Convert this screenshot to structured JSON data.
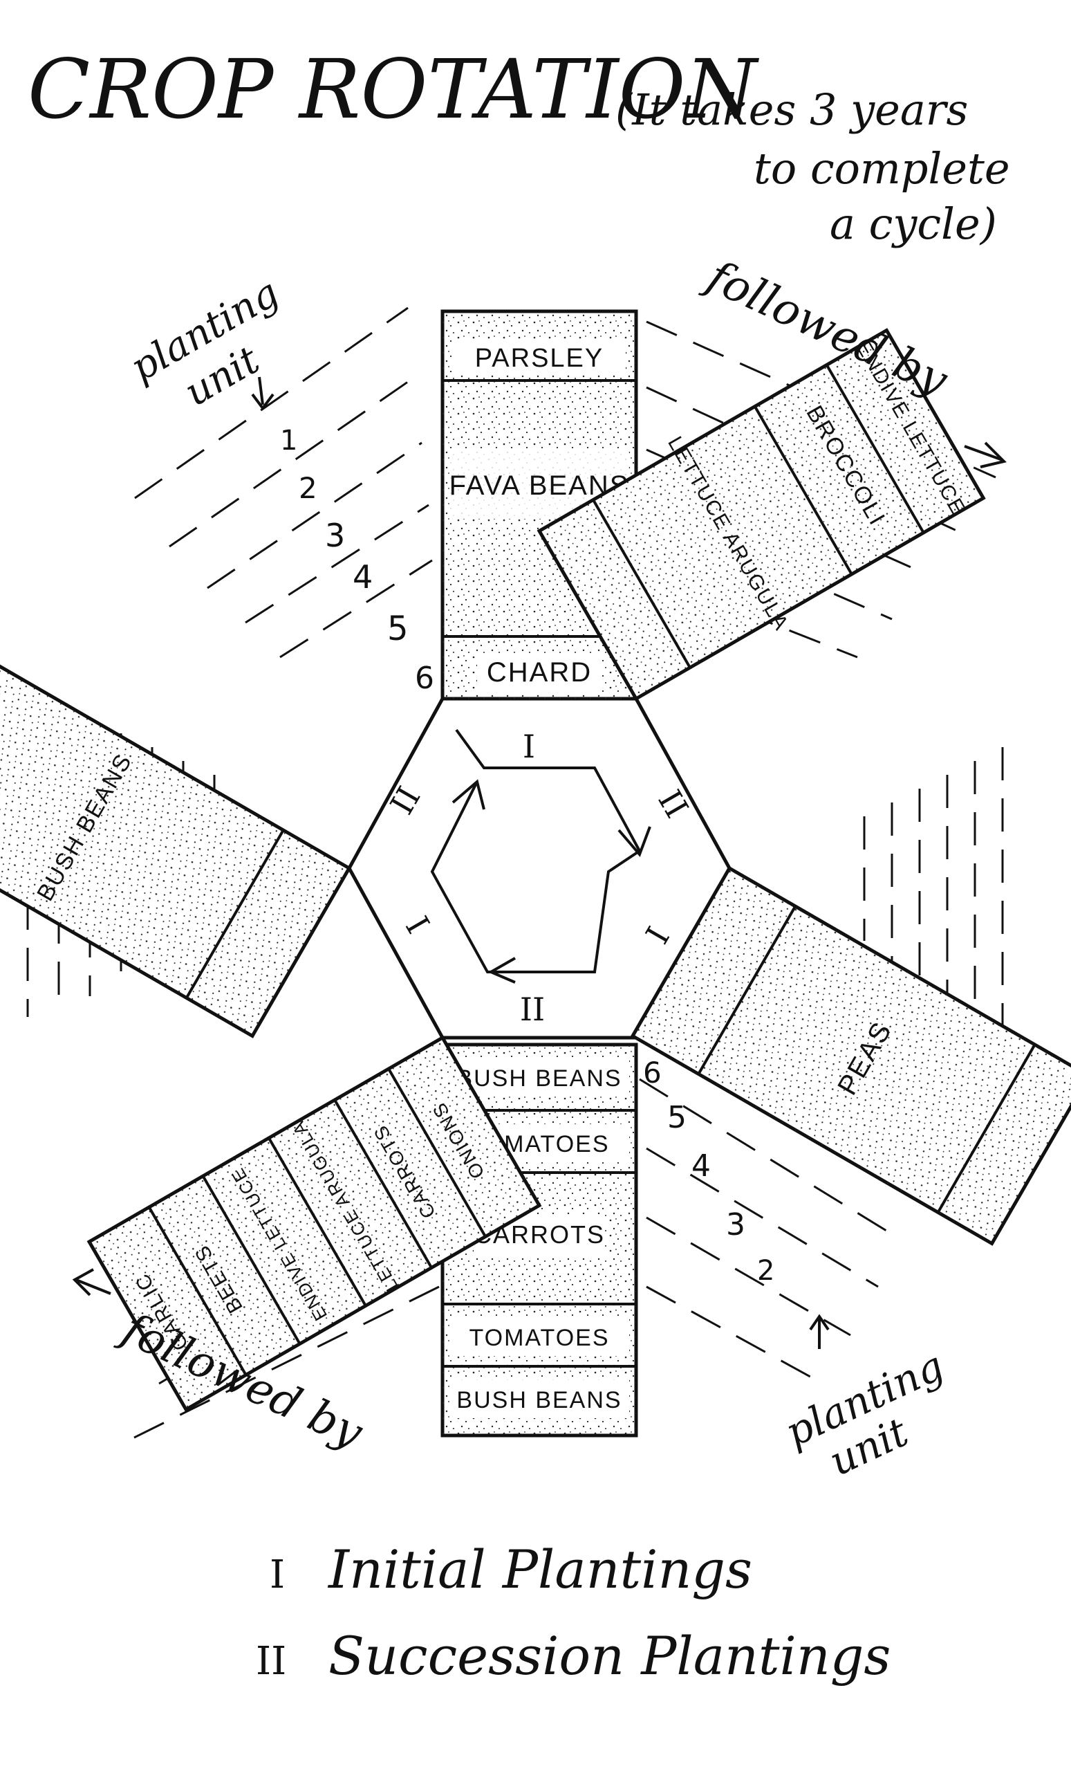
{
  "title": "CROP ROTATION",
  "subtitle_lines": [
    "(It takes 3 years",
    "to complete",
    "a cycle)"
  ],
  "annotations": {
    "planting_unit_top": [
      "planting",
      "unit"
    ],
    "planting_unit_bottom": [
      "planting",
      "unit"
    ],
    "followed_by_top": "followed by",
    "followed_by_bottom": "followed by"
  },
  "unit_numbers_upper": [
    "1",
    "2",
    "3",
    "4",
    "5",
    "6"
  ],
  "unit_numbers_lower": [
    "6",
    "5",
    "4",
    "3",
    "2"
  ],
  "center": {
    "segments": [
      "I",
      "II",
      "I",
      "II",
      "I",
      "II"
    ]
  },
  "beds": {
    "top": [
      "PARSLEY",
      "FAVA BEANS",
      "CHARD"
    ],
    "upper_right": [
      "ENDIVE LETTUCE",
      "BROCCOLI",
      "LETTUCE ARUGULA"
    ],
    "lower_right": [
      "PEAS"
    ],
    "bottom": [
      "BUSH BEANS",
      "TOMATOES",
      "CARROTS",
      "TOMATOES",
      "BUSH BEANS"
    ],
    "lower_left": [
      "GARLIC",
      "BEETS",
      "ENDIVE LETTUCE",
      "LETTUCE ARUGULA",
      "CARROTS",
      "ONIONS"
    ],
    "upper_left": [
      "BUSH BEANS"
    ]
  },
  "legend": [
    {
      "symbol": "I",
      "label": "Initial Plantings"
    },
    {
      "symbol": "II",
      "label": "Succession Plantings"
    }
  ]
}
